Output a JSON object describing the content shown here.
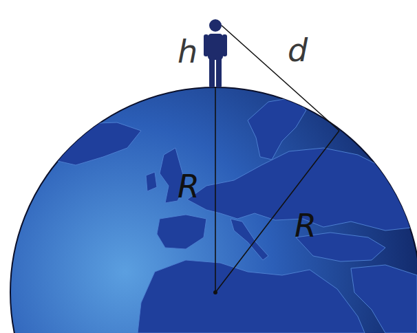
{
  "diagram": {
    "labels": [
      "h",
      "d",
      "R",
      "R"
    ]
  }
}
